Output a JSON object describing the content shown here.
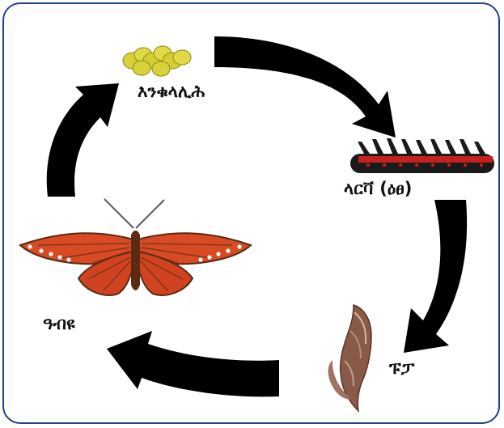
{
  "diagram": {
    "stages": [
      {
        "key": "egg",
        "label": "እንቁላሊሕ"
      },
      {
        "key": "larva",
        "label": "ላርቫ (ዕፀ)"
      },
      {
        "key": "pupa",
        "label": "ፑፓ"
      },
      {
        "key": "adult",
        "label": "ዓብዩ"
      }
    ],
    "colors": {
      "frame": "#1f3f8f",
      "arrow": "#000000",
      "egg": "#d8d13a",
      "larva": "#1a1a1a",
      "larva_accent": "#c51f1f",
      "pupa": "#8a5a48",
      "butterfly": "#d84a23",
      "butterfly_dark": "#5a2b12"
    }
  }
}
